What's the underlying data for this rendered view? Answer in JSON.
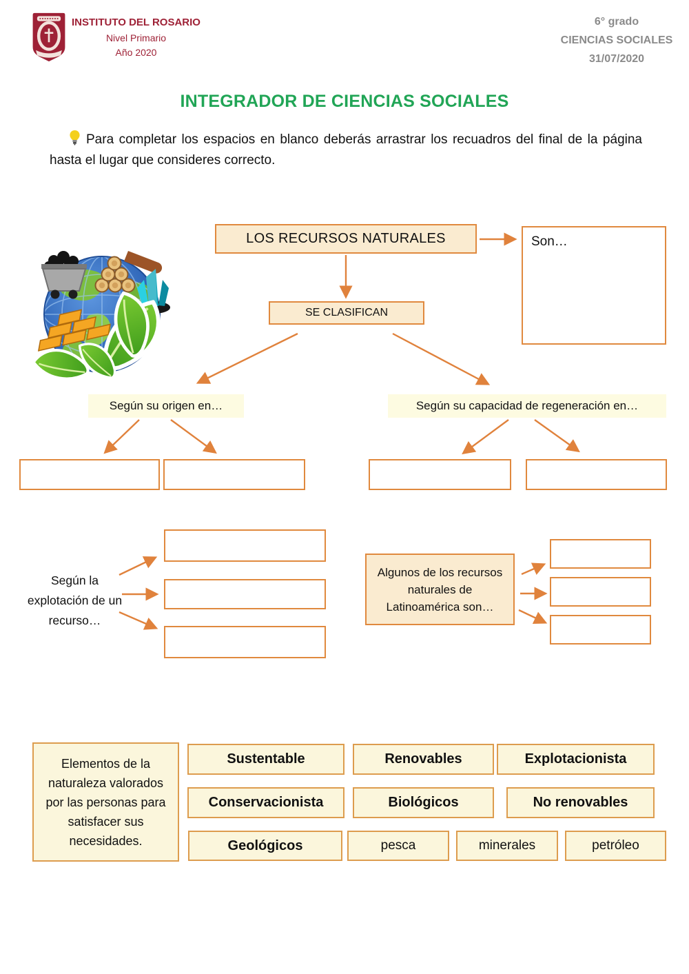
{
  "header": {
    "school": {
      "name": "INSTITUTO DEL ROSARIO",
      "level": "Nivel Primario",
      "year": "Año 2020"
    },
    "course": {
      "grade": "6° grado",
      "subject": "CIENCIAS SOCIALES",
      "date": "31/07/2020"
    }
  },
  "title": "INTEGRADOR DE CIENCIAS SOCIALES",
  "instructions": "Para completar los espacios en blanco deberás arrastrar los recuadros del final de la página hasta el lugar que consideres correcto.",
  "icons": {
    "lightbulb": "💡",
    "crest": "school-crest",
    "illustration": "earth-with-natural-resources"
  },
  "diagram": {
    "root": "LOS RECURSOS NATURALES",
    "son_label": "Son…",
    "classify": "SE CLASIFICAN",
    "origin_label": "Según su origen en…",
    "regeneration_label": "Según su capacidad de regeneración en…",
    "exploitation_label": "Según la explotación de un recurso…",
    "latam_label": "Algunos de los recursos naturales de Latinoamérica son…"
  },
  "word_bank": {
    "definition": "Elementos de la naturaleza valorados por las personas para satisfacer sus necesidades.",
    "words": [
      {
        "label": "Sustentable",
        "style": "bold"
      },
      {
        "label": "Renovables",
        "style": "bold"
      },
      {
        "label": "Explotacionista",
        "style": "bold"
      },
      {
        "label": "Conservacionista",
        "style": "bold"
      },
      {
        "label": "Biológicos",
        "style": "bold"
      },
      {
        "label": "No renovables",
        "style": "bold"
      },
      {
        "label": "Geológicos",
        "style": "bold"
      },
      {
        "label": "pesca",
        "style": "normal"
      },
      {
        "label": "minerales",
        "style": "normal"
      },
      {
        "label": "petróleo",
        "style": "normal"
      }
    ]
  },
  "colors": {
    "accent": "#E0893E",
    "bankBorder": "#DD9C4E",
    "cream": "#FAEBD0",
    "paleYellow": "#FBF6DC",
    "labelYellow": "#FDFBE1",
    "green": "#21A556",
    "darkRed": "#9E2136",
    "gray": "#8A8A8A",
    "arrow": "#E0823C"
  }
}
